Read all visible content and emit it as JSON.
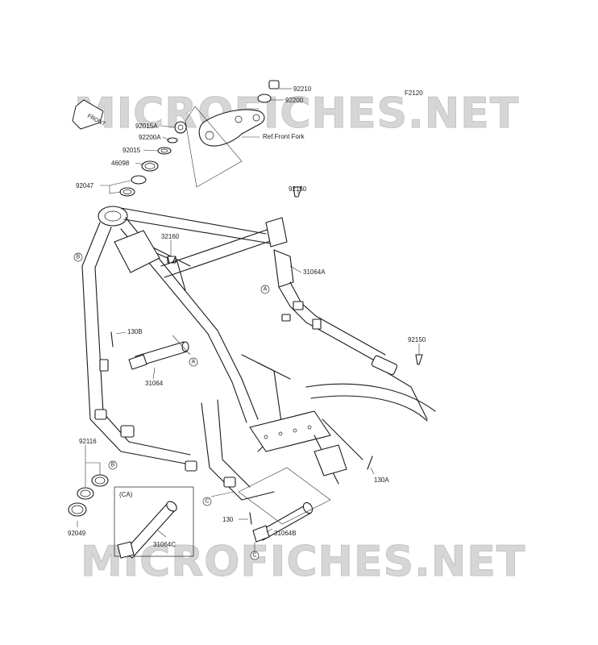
{
  "diagram_code": "F2120",
  "watermark": "MICROFICHES.NET",
  "front_arrow_label": "FRONT",
  "ref_label": "Ref.Front Fork",
  "inset_label": "(CA)",
  "part_labels": {
    "p92210": "92210",
    "p92200": "92200",
    "p92015A": "92015A",
    "p92200A": "92200A",
    "p92015": "92015",
    "p46098": "46098",
    "p92047": "92047",
    "p92150_top": "92150",
    "p32160": "32160",
    "p31064A": "31064A",
    "p130B": "130B",
    "p31064": "31064",
    "p92150_right": "92150",
    "p92116": "92116",
    "p92049": "92049",
    "p130A": "130A",
    "p130": "130",
    "p31064B": "31064B",
    "p31064C": "31064C"
  },
  "callouts": {
    "A": "A",
    "B": "B",
    "C": "C"
  }
}
